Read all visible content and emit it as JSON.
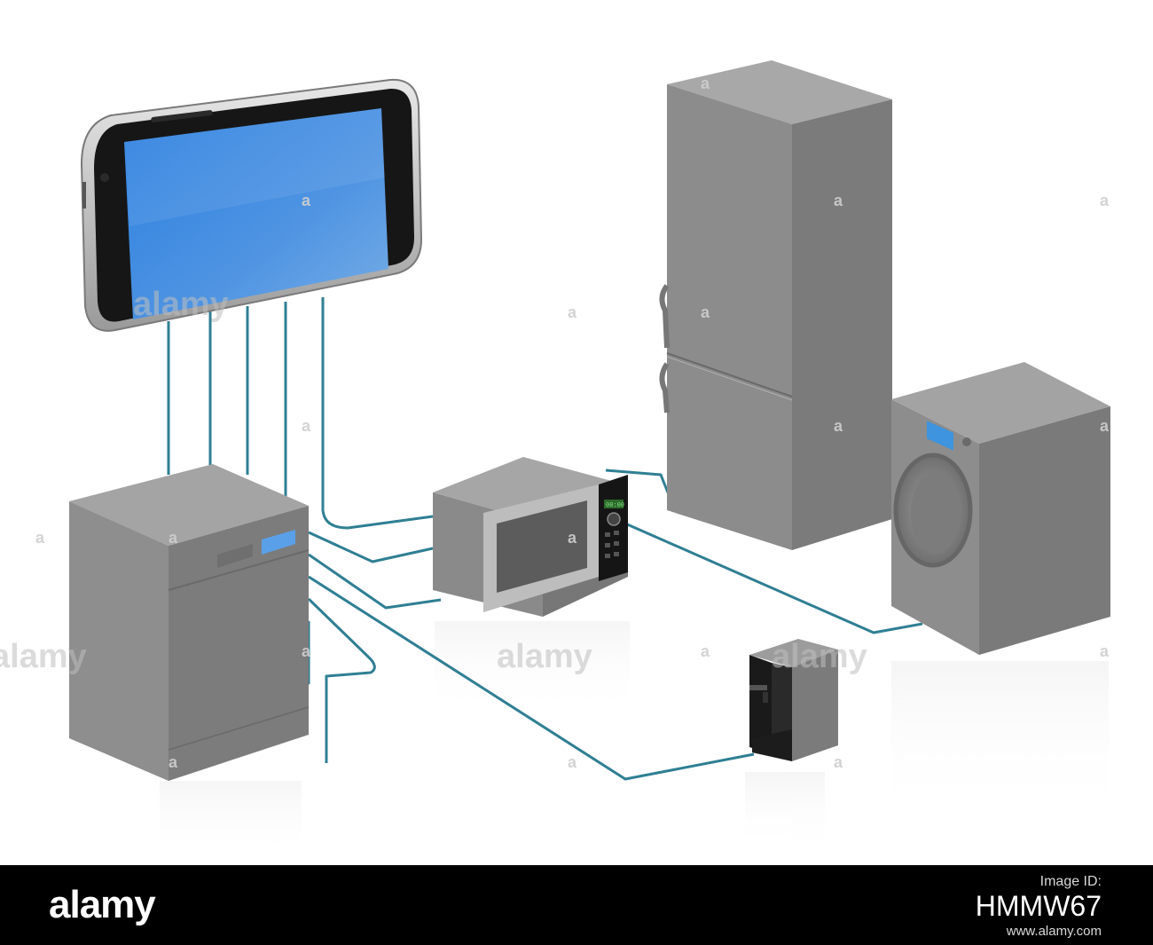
{
  "scene": {
    "objects": [
      "smartphone",
      "dishwasher",
      "microwave-oven",
      "refrigerator",
      "washing-machine",
      "coffee-machine"
    ],
    "colors": {
      "appliance": "#8a8a8a",
      "appliance_dark": "#6d6d6d",
      "appliance_light": "#a2a2a2",
      "cable": "#2f7f93",
      "screen": "#3f8ee0",
      "background": "#ffffff"
    },
    "microwave_display": "00:00"
  },
  "watermark": {
    "text": "alamy",
    "icon": "alamy-a-mark"
  },
  "banner": {
    "logo": "alamy",
    "image_id_label": "Image ID:",
    "image_id": "HMMW67",
    "url": "www.alamy.com"
  }
}
